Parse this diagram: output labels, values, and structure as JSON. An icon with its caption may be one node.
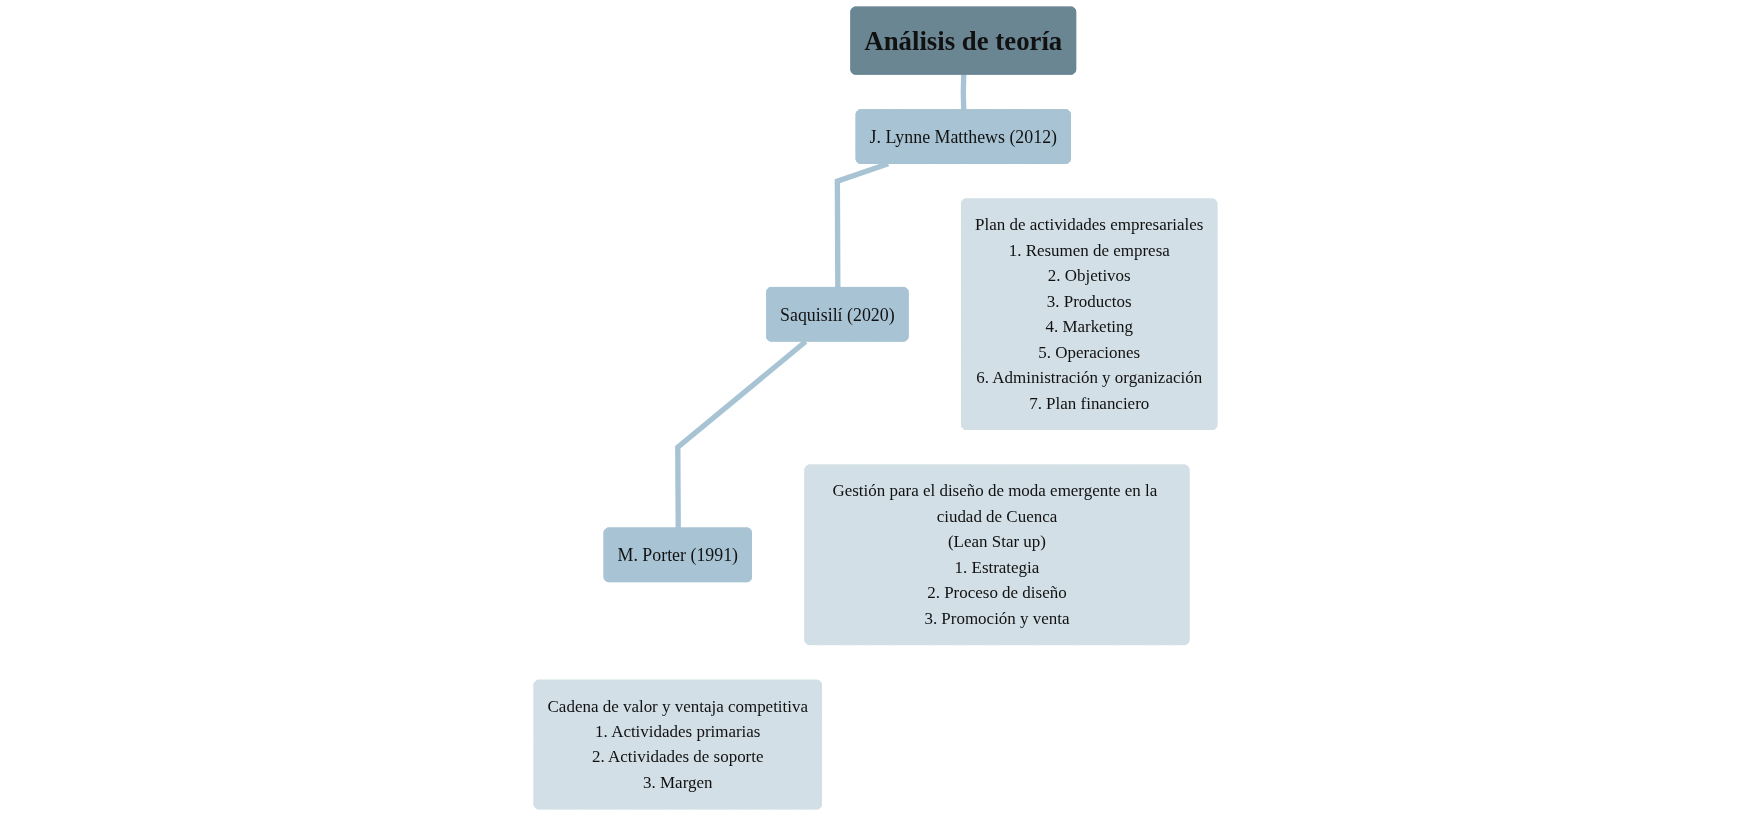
{
  "diagram": {
    "nodes": [
      {
        "text": [
          "Análisis de teoría"
        ]
      },
      {
        "text": [
          "J. Lynne Matthews (2012)"
        ]
      },
      {
        "text": [
          "Saquisilí (2020)"
        ]
      },
      {
        "text": [
          "M. Porter (1991)"
        ]
      },
      {
        "text": [
          "Plan de actividades empresariales",
          "1. Resumen de empresa",
          "2. Objetivos",
          "3. Productos",
          "4. Marketing",
          "5. Operaciones",
          "6. Administración y organización",
          "7. Plan financiero"
        ]
      },
      {
        "text": [
          "Gestión para el diseño de moda emergente en la ciudad de Cuenca",
          "(Lean Star up)",
          "1. Estrategia",
          "2. Proceso de diseño",
          "3. Promoción y venta"
        ]
      },
      {
        "text": [
          "Cadena de valor y ventaja competitiva",
          "1. Actividades primarias",
          "2. Actividades de soporte",
          "3. Margen"
        ]
      }
    ],
    "edges": [
      {
        "from": 0,
        "to": 1,
        "arrow": "none"
      },
      {
        "from": 1,
        "to": 2,
        "arrow": "none"
      },
      {
        "from": 2,
        "to": 3,
        "arrow": "none"
      }
    ]
  }
}
